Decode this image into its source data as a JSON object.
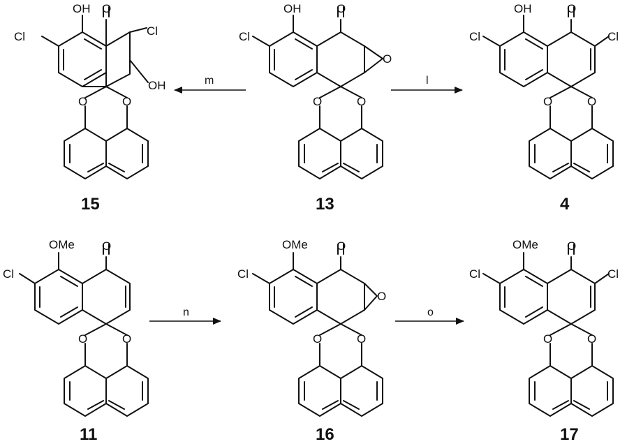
{
  "compounds": [
    {
      "id": "15",
      "substituents": [
        "OH",
        "O",
        "Cl",
        "Cl",
        "OH",
        "O",
        "O"
      ]
    },
    {
      "id": "13",
      "substituents": [
        "OH",
        "O",
        "Cl",
        "O",
        "O",
        "O"
      ]
    },
    {
      "id": "4",
      "substituents": [
        "OH",
        "O",
        "Cl",
        "Cl",
        "O",
        "O"
      ]
    },
    {
      "id": "11",
      "substituents": [
        "OMe",
        "O",
        "Cl",
        "O",
        "O"
      ]
    },
    {
      "id": "16",
      "substituents": [
        "OMe",
        "O",
        "Cl",
        "O",
        "O",
        "O"
      ]
    },
    {
      "id": "17",
      "substituents": [
        "OMe",
        "O",
        "Cl",
        "Cl",
        "O",
        "O"
      ]
    }
  ],
  "reactions": [
    {
      "reagent": "m",
      "from": "13",
      "to": "15"
    },
    {
      "reagent": "l",
      "from": "13",
      "to": "4"
    },
    {
      "reagent": "n",
      "from": "11",
      "to": "16"
    },
    {
      "reagent": "o",
      "from": "16",
      "to": "17"
    }
  ]
}
